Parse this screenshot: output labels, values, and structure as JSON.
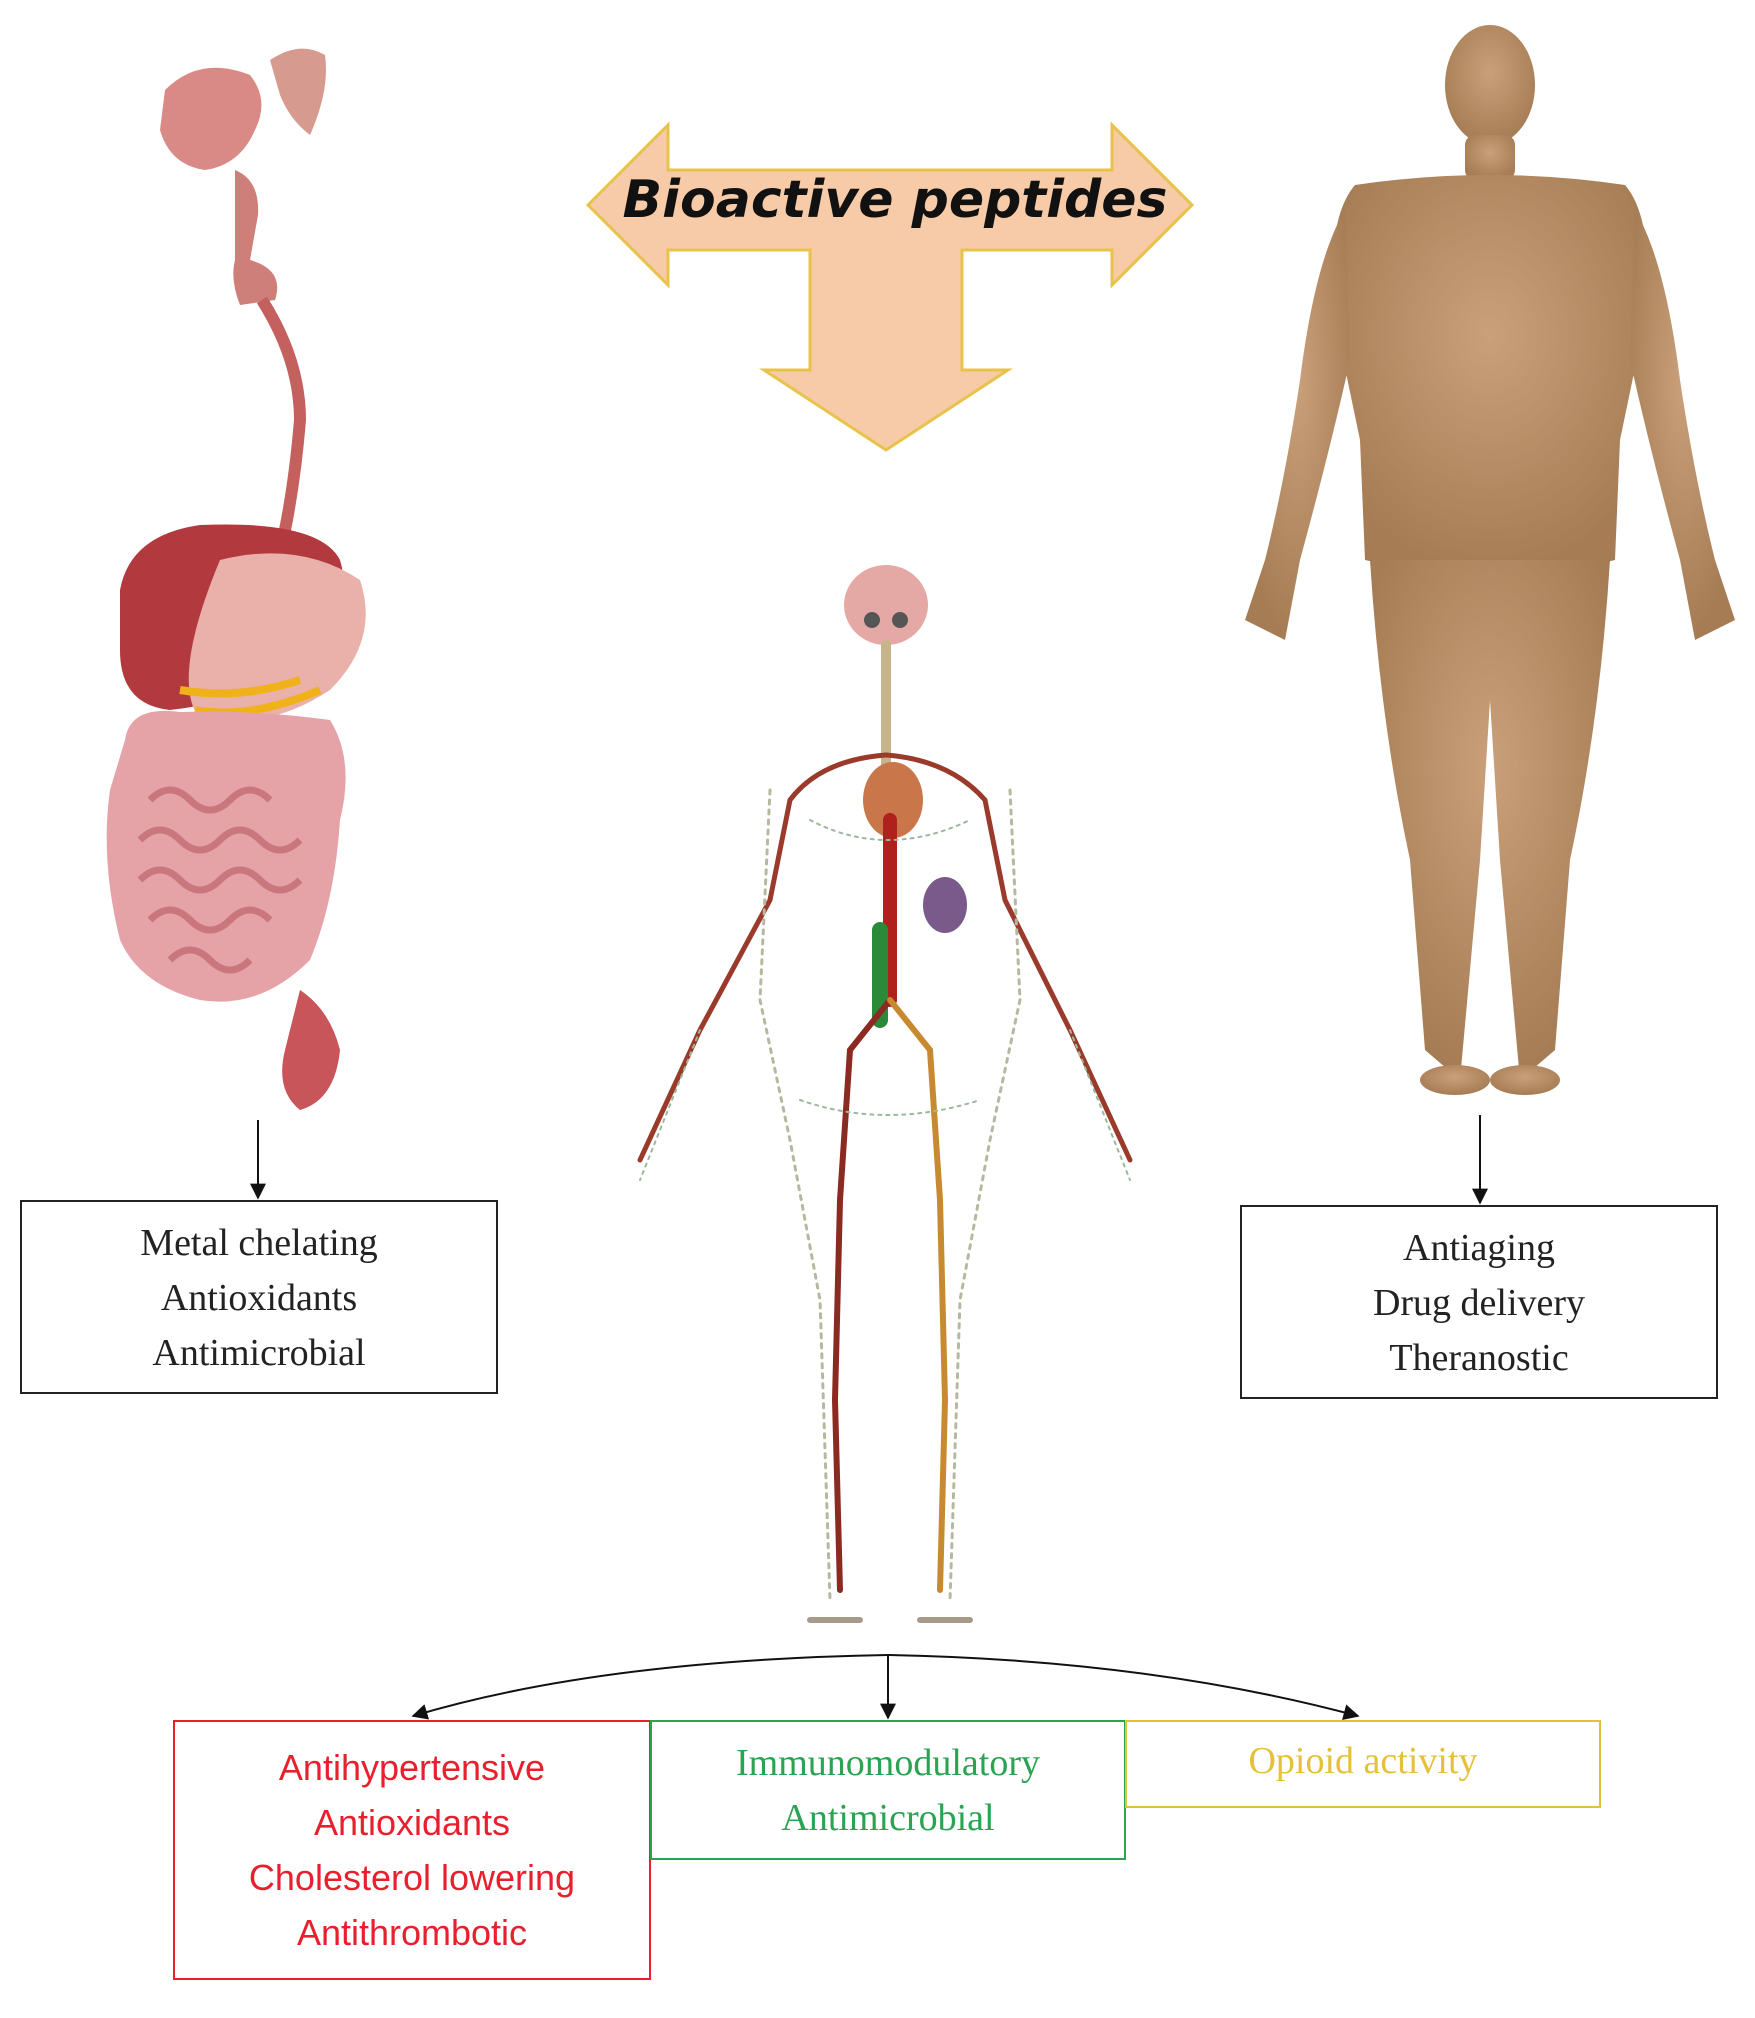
{
  "title": "Bioactive peptides",
  "colors": {
    "arrow_fill": "#f7cba7",
    "arrow_stroke": "#e8c24a",
    "red": "#e8202e",
    "green": "#2aa352",
    "yellow": "#e5c13a"
  },
  "digestive_system": {
    "icon": "digestive-system-icon",
    "effects": [
      "Metal chelating",
      "Antioxidants",
      "Antimicrobial"
    ]
  },
  "human_body": {
    "icon": "human-body-icon",
    "effects": [
      "Antiaging",
      "Drug delivery",
      "Theranostic"
    ]
  },
  "body_systems": {
    "icon": "circulatory-nervous-system-icon",
    "groups": [
      {
        "color": "#e8202e",
        "effects": [
          "Antihypertensive",
          "Antioxidants",
          "Cholesterol lowering",
          "Antithrombotic"
        ]
      },
      {
        "color": "#2aa352",
        "effects": [
          "Immunomodulatory",
          "Antimicrobial"
        ]
      },
      {
        "color": "#e5c13a",
        "effects": [
          "Opioid activity"
        ]
      }
    ]
  }
}
